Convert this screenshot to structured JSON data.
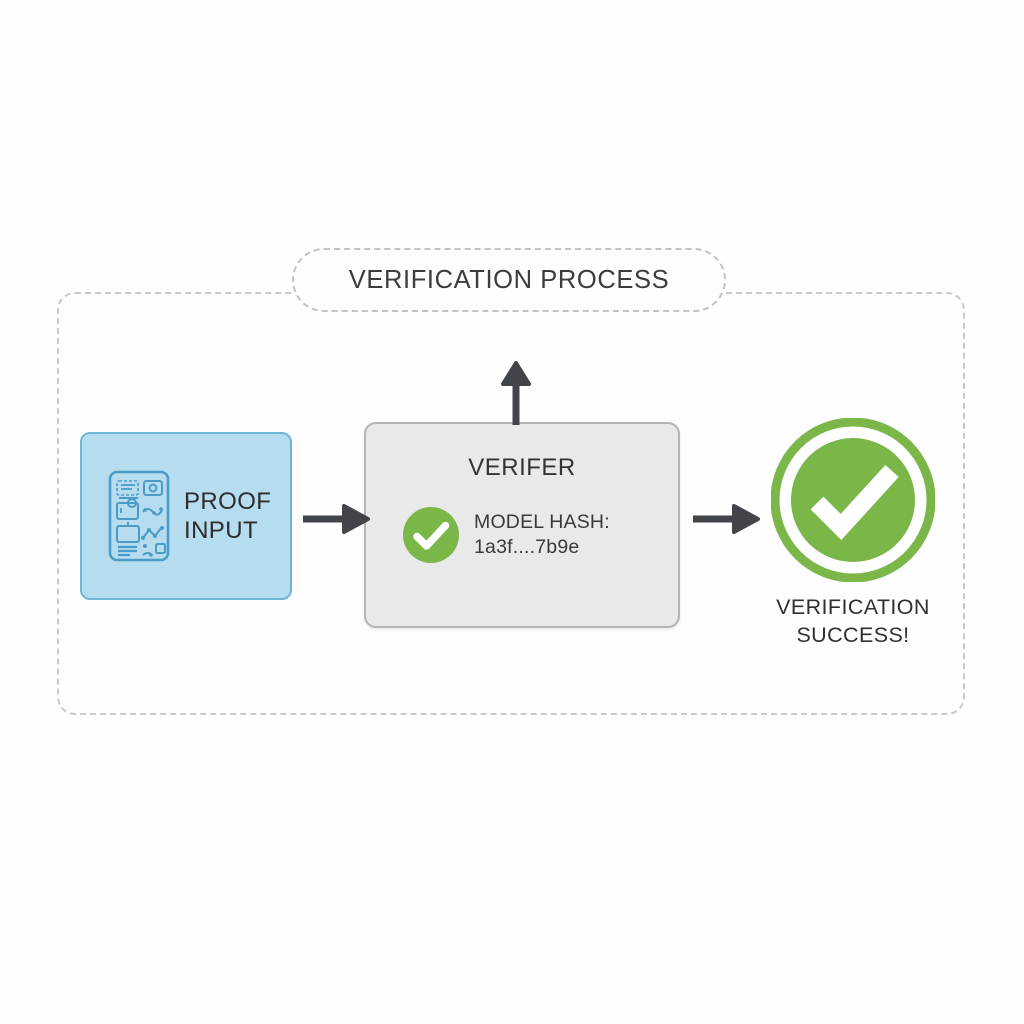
{
  "diagram": {
    "title": "VERIFICATION PROCESS",
    "background_color": "#ffffff",
    "frame_border_color": "#c9c9c9"
  },
  "nodes": {
    "proof_input": {
      "label_line1": "PROOF",
      "label_line2": "INPUT",
      "icon": "document-data-icon",
      "fill_color": "#b6dcf0",
      "border_color": "#6fb5d8"
    },
    "verifier": {
      "title": "VERIFER",
      "hash_label": "MODEL HASH:",
      "hash_value": "1a3f....7b9e",
      "status_icon": "green-check-circle-icon",
      "fill_color": "#e9e9e9",
      "border_color": "#b4b4b4",
      "accent_color": "#7ab648"
    },
    "success": {
      "label_line1": "VERIFICATION",
      "label_line2": "SUCCESS!",
      "icon": "success-check-badge-icon",
      "accent_color": "#7ab648"
    }
  },
  "connectors": [
    {
      "name": "proof-to-verifier",
      "direction": "right",
      "color": "#414449"
    },
    {
      "name": "verifier-to-success",
      "direction": "right",
      "color": "#414449"
    },
    {
      "name": "verifier-output-up",
      "direction": "up",
      "color": "#414449"
    }
  ]
}
